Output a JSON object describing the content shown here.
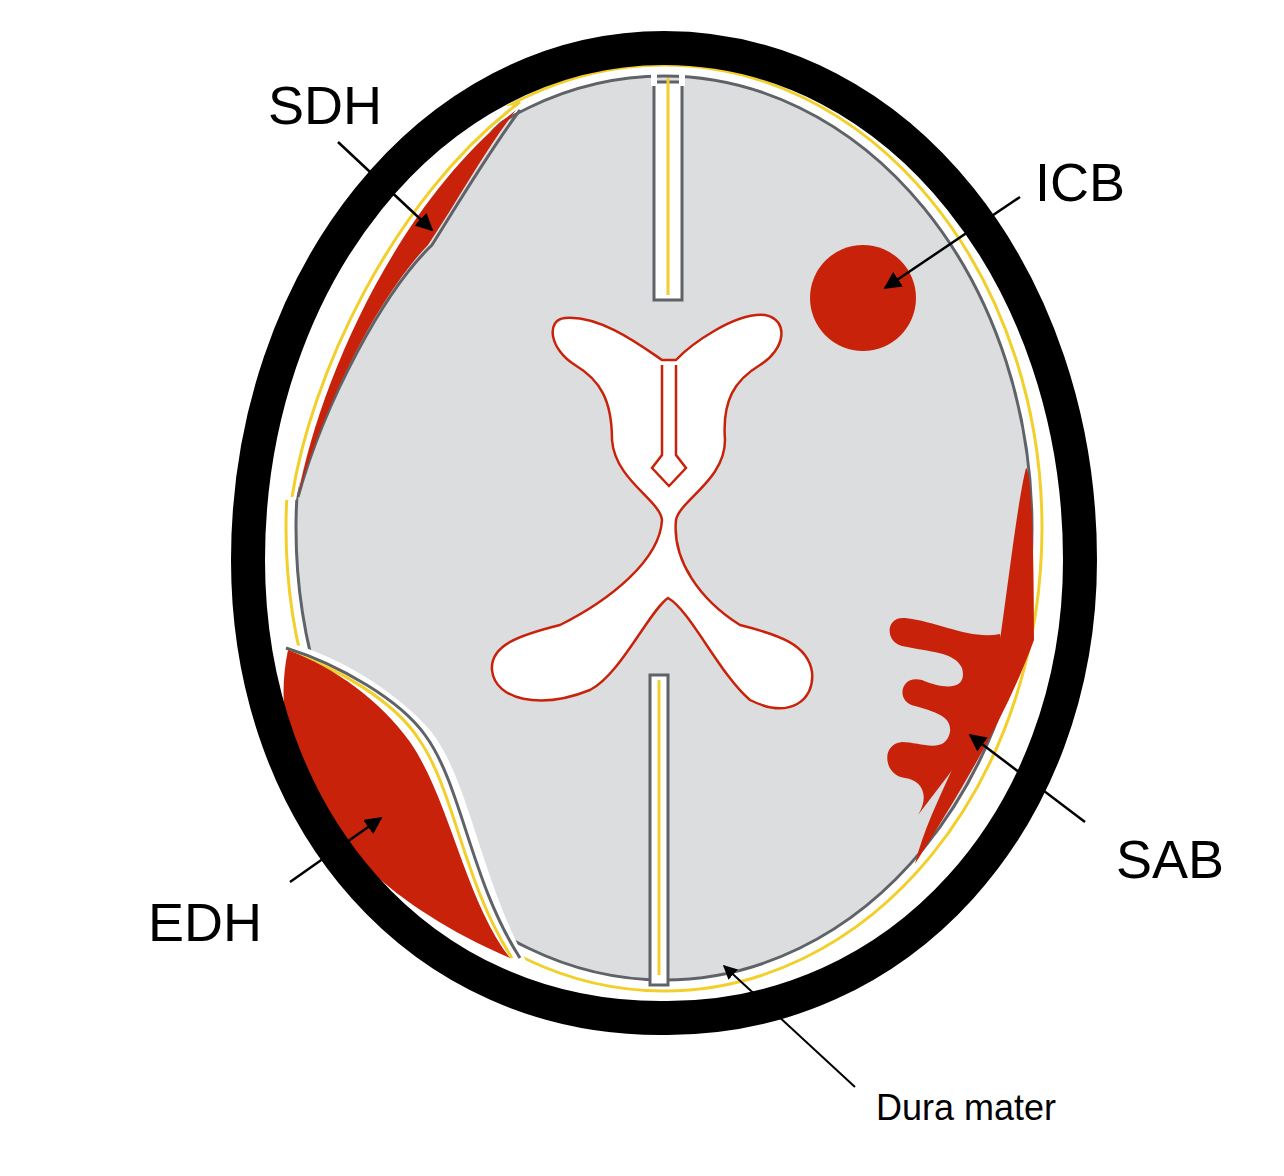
{
  "diagram": {
    "labels": [
      "SDH",
      "ICB",
      "SAB",
      "EDH",
      "Dura mater"
    ]
  }
}
